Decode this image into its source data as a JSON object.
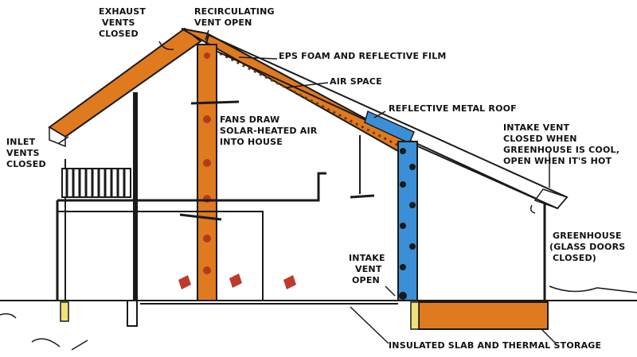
{
  "labels": {
    "exhaust_vents": [
      "EXHAUST",
      "VENTS",
      "CLOSED"
    ],
    "recirculating_vent": [
      "RECIRCULATING",
      "VENT OPEN"
    ],
    "eps_foam": "EPS FOAM AND REFLECTIVE FILM",
    "air_space": "AIR SPACE",
    "reflective_roof": "REFLECTIVE METAL ROOF",
    "fans": [
      "FANS DRAW",
      "SOLAR-HEATED AIR",
      "INTO HOUSE"
    ],
    "inlet_vents": [
      "INLET",
      "VENTS",
      "CLOSED"
    ],
    "intake_vent_top": [
      "INTAKE VENT",
      "CLOSED WHEN",
      "GREENHOUSE IS COOL,",
      "OPEN WHEN IT'S HOT"
    ],
    "greenhouse": [
      "GREENHOUSE",
      "(GLASS DOORS",
      "CLOSED)"
    ],
    "intake_vent_open": [
      "INTAKE",
      "VENT",
      "OPEN"
    ],
    "slab": "INSULATED SLAB AND THERMAL STORAGE"
  },
  "colors": {
    "orange": "#e07a1e",
    "orange_dark": "#b45a12",
    "blue": "#3b8fd6",
    "yellow": "#f0e27a",
    "line": "#1a1a1a",
    "red_arrow": "#c0392b"
  }
}
